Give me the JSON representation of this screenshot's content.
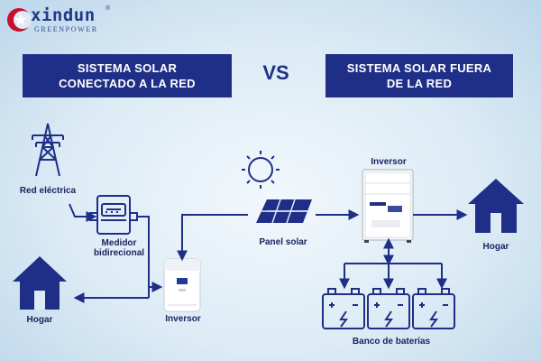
{
  "brand": {
    "name": "xindun",
    "tagline": "GREENPOWER",
    "reg": "®"
  },
  "headers": {
    "left": "SISTEMA SOLAR CONECTADO A LA RED",
    "vs": "VS",
    "right": "SISTEMA SOLAR FUERA DE LA RED"
  },
  "labels": {
    "grid": "Red eléctrica",
    "meter_line1": "Medidor",
    "meter_line2": "bidirecional",
    "home_left": "Hogar",
    "inverter_left": "Inversor",
    "solar_panel": "Panel solar",
    "inverter_right": "Inversor",
    "home_right": "Hogar",
    "battery_bank": "Banco de baterías"
  },
  "colors": {
    "primary": "#1f2f88",
    "logo_red": "#c8102e",
    "line": "#1f2f88"
  }
}
